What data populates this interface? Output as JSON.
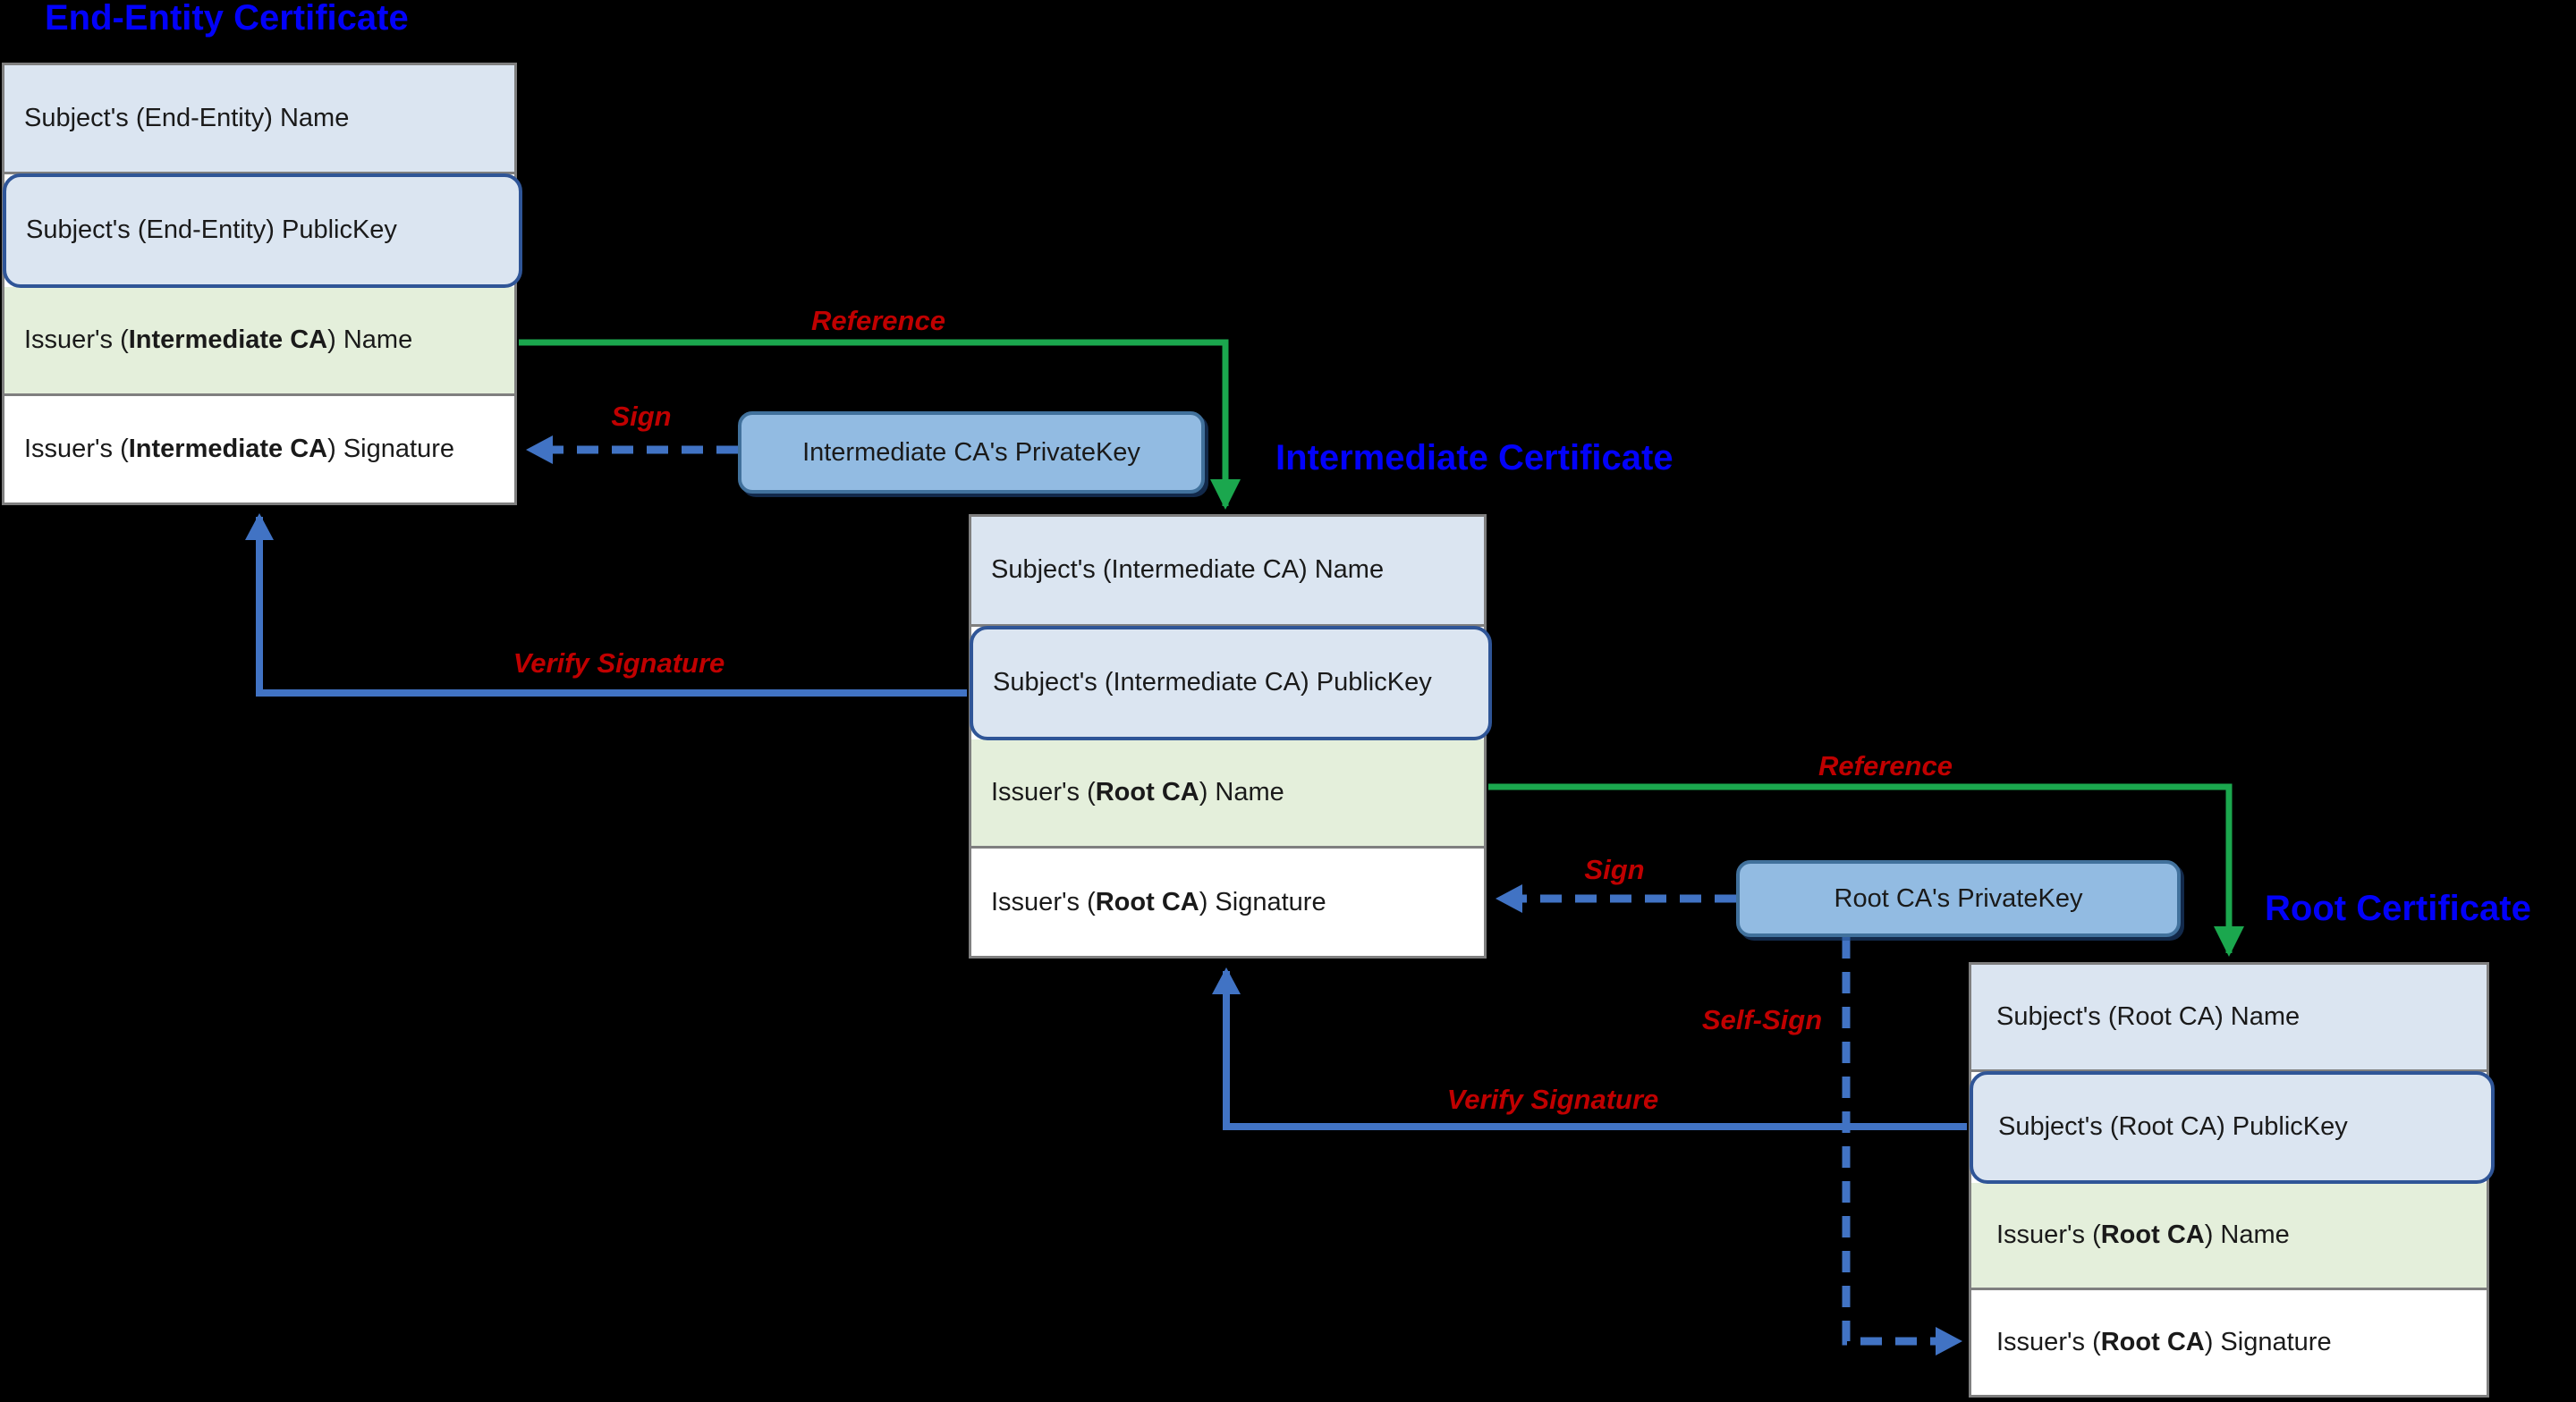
{
  "colors": {
    "background": "#000000",
    "title_blue": "#0202fa",
    "label_red": "#c00000",
    "row_blue": "#dbe5f1",
    "row_green": "#e4efdb",
    "row_white": "#ffffff",
    "box_border": "#7f7f7f",
    "publickey_border": "#2f5597",
    "privatekey_fill": "#92bbe2",
    "privatekey_border": "#41719c",
    "arrow_green": "#1ba74e",
    "arrow_blue": "#4173c4",
    "text_dark": "#1a1a1a"
  },
  "certificates": {
    "end_entity": {
      "title": "End-Entity Certificate",
      "rows": [
        {
          "pre": "Subject's (End-Entity) Name",
          "bold": "",
          "post": ""
        },
        {
          "pre": "Subject's (End-Entity) PublicKey",
          "bold": "",
          "post": ""
        },
        {
          "pre": "Issuer's (",
          "bold": "Intermediate CA",
          "post": ") Name"
        },
        {
          "pre": "Issuer's (",
          "bold": "Intermediate CA",
          "post": ") Signature"
        }
      ]
    },
    "intermediate": {
      "title": "Intermediate Certificate",
      "rows": [
        {
          "pre": "Subject's (Intermediate CA) Name",
          "bold": "",
          "post": ""
        },
        {
          "pre": "Subject's (Intermediate CA) PublicKey",
          "bold": "",
          "post": ""
        },
        {
          "pre": "Issuer's (",
          "bold": "Root CA",
          "post": ") Name"
        },
        {
          "pre": "Issuer's (",
          "bold": "Root CA",
          "post": ") Signature"
        }
      ]
    },
    "root": {
      "title": "Root Certificate",
      "rows": [
        {
          "pre": "Subject's (Root CA) Name",
          "bold": "",
          "post": ""
        },
        {
          "pre": "Subject's (Root CA) PublicKey",
          "bold": "",
          "post": ""
        },
        {
          "pre": "Issuer's (",
          "bold": "Root CA",
          "post": ") Name"
        },
        {
          "pre": "Issuer's (",
          "bold": "Root CA",
          "post": ") Signature"
        }
      ]
    }
  },
  "private_keys": {
    "intermediate": "Intermediate CA's PrivateKey",
    "root": "Root CA's PrivateKey"
  },
  "labels": {
    "reference1": "Reference",
    "sign1": "Sign",
    "verify1": "Verify Signature",
    "reference2": "Reference",
    "sign2": "Sign",
    "verify2": "Verify Signature",
    "self_sign": "Self-Sign"
  }
}
